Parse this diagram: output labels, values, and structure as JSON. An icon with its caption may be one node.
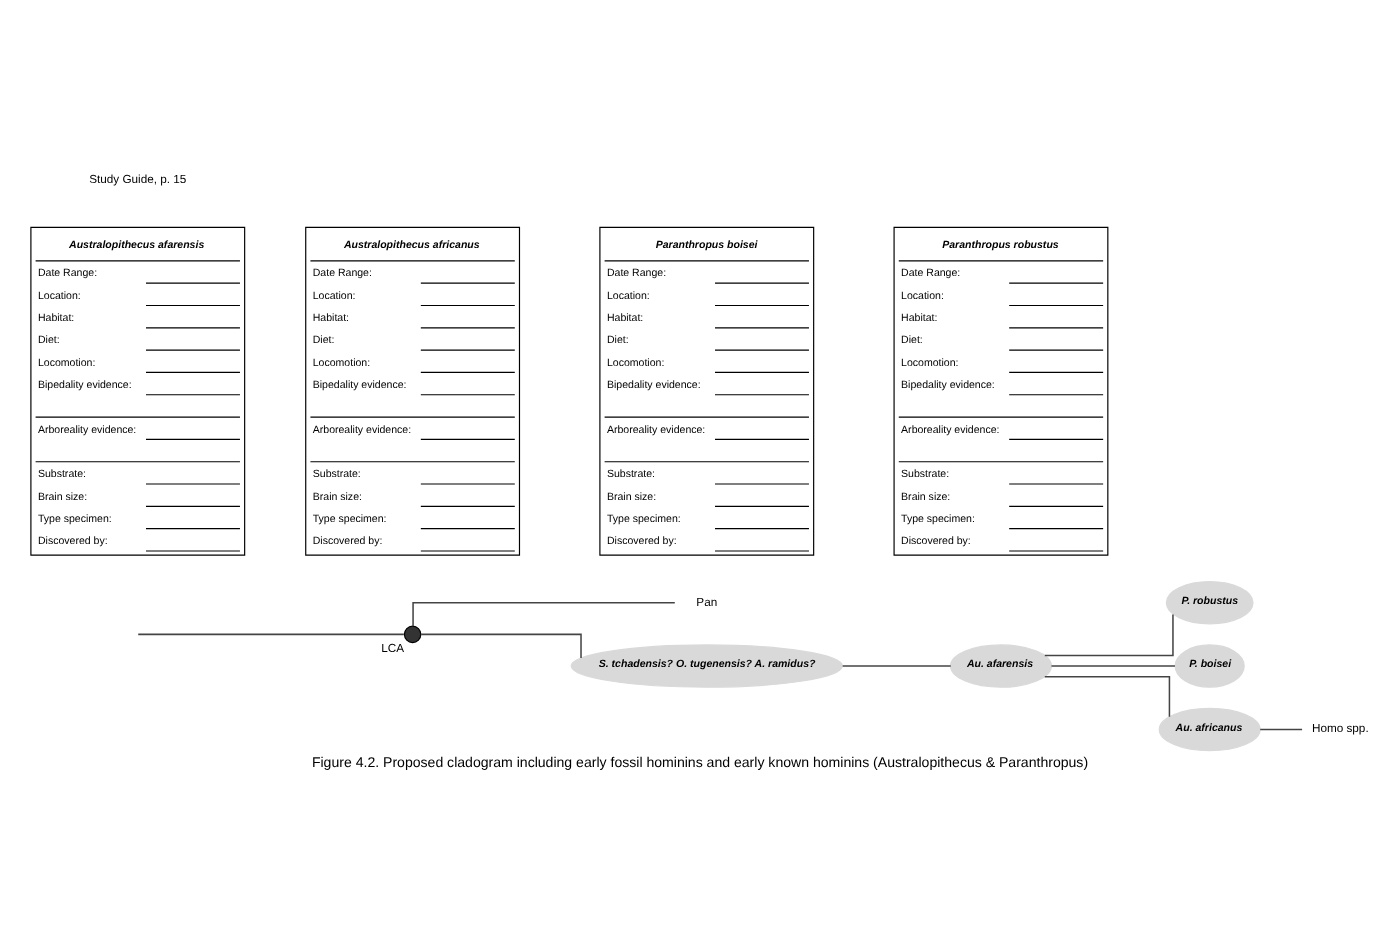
{
  "diagram": {
    "caption": "Figure 4.2. Proposed cladogram including early fossil hominins and early known hominins (Australopithecus & Paranthropus)",
    "nodes": [
      {
        "text": [],
        "shape": "circle",
        "beside": [
          "LCA"
        ]
      },
      {
        "text": [
          "Pan"
        ]
      },
      {
        "text": [
          "S. tchadensis? O. tugenensis? A. ramidus?"
        ]
      },
      {
        "text": [
          "Au. afarensis"
        ]
      },
      {
        "text": [
          "P. robustus"
        ]
      },
      {
        "text": [
          "P. boisei"
        ]
      },
      {
        "text": [
          "Au. africanus"
        ]
      },
      {
        "text": [
          "Homo spp."
        ]
      },
      {
        "text": [
          "Australopithecus afarensis",
          "Date Range:",
          "Location:",
          "Habitat:",
          "Diet:",
          "Locomotion:",
          "Bipedality evidence:",
          "Arboreality evidence:",
          "Substrate:",
          "Brain size:",
          "Type specimen:",
          "Discovered by:"
        ]
      },
      {
        "text": [
          "Australopithecus africanus",
          "Date Range:",
          "Location:",
          "Habitat:",
          "Diet:",
          "Locomotion:",
          "Bipedality evidence:",
          "Arboreality evidence:",
          "Substrate:",
          "Brain size:",
          "Type specimen:",
          "Discovered by:"
        ]
      },
      {
        "text": [
          "Paranthropus boisei",
          "Date Range:",
          "Location:",
          "Habitat:",
          "Diet:",
          "Locomotion:",
          "Bipedality evidence:",
          "Arboreality evidence:",
          "Substrate:",
          "Brain size:",
          "Type specimen:",
          "Discovered by:"
        ]
      },
      {
        "text": [
          "Paranthropus robustus",
          "Date Range:",
          "Location:",
          "Habitat:",
          "Diet:",
          "Locomotion:",
          "Bipedality evidence:",
          "Arboreality evidence:",
          "Substrate:",
          "Brain size:",
          "Type specimen:",
          "Discovered by:"
        ]
      }
    ],
    "edges": [
      {
        "from": null,
        "to": 0,
        "arrow": "none"
      },
      {
        "from": 0,
        "to": 1,
        "arrow": "none"
      },
      {
        "from": 0,
        "to": 2,
        "arrow": "none"
      },
      {
        "from": 2,
        "to": 3,
        "arrow": "none"
      },
      {
        "from": 3,
        "to": 4,
        "arrow": "none"
      },
      {
        "from": 3,
        "to": 5,
        "arrow": "none"
      },
      {
        "from": 3,
        "to": 6,
        "arrow": "none"
      },
      {
        "from": 6,
        "to": 7,
        "arrow": "none"
      }
    ],
    "labels": [
      "Study Guide, p. 15"
    ]
  }
}
